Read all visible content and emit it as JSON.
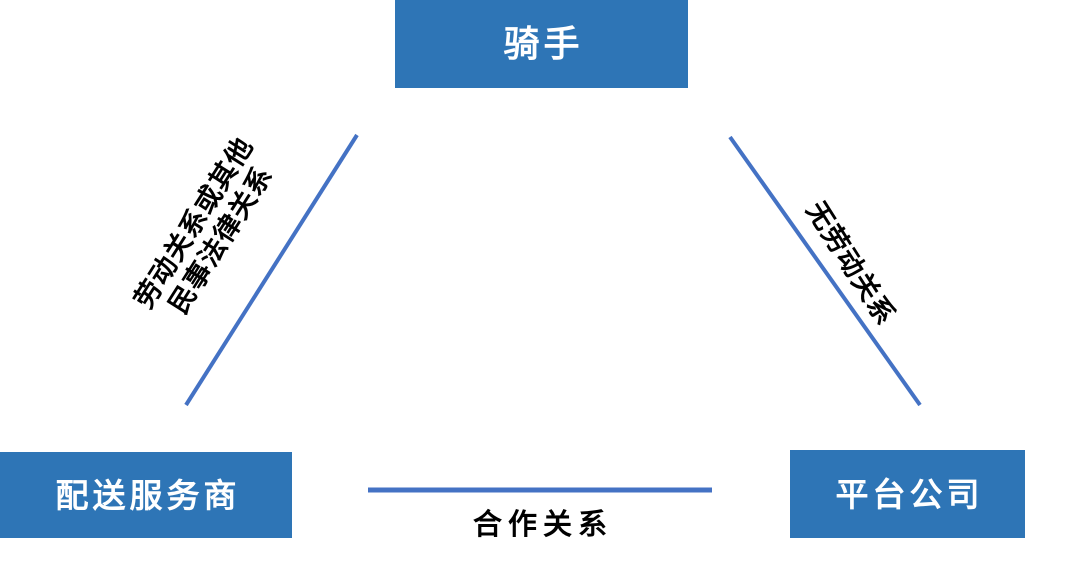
{
  "diagram": {
    "type": "triangular-relationship-diagram",
    "background_color": "#FFFFFF",
    "node_fill_color": "#2E75B6",
    "node_text_color": "#FFFFFF",
    "connector_color": "#4472C4",
    "label_text_color": "#000000",
    "nodes": [
      {
        "id": "rider",
        "label": "骑手",
        "position": "top-center"
      },
      {
        "id": "delivery_service_provider",
        "label": "配送服务商",
        "position": "bottom-left"
      },
      {
        "id": "platform_company",
        "label": "平台公司",
        "position": "bottom-right"
      }
    ],
    "edges": [
      {
        "id": "rider-delivery",
        "from": "rider",
        "to": "delivery_service_provider",
        "label_line1": "劳动关系或其他",
        "label_line2": "民事法律关系",
        "orientation": "diagonal-left"
      },
      {
        "id": "rider-platform",
        "from": "rider",
        "to": "platform_company",
        "label": "无劳动关系",
        "orientation": "diagonal-right"
      },
      {
        "id": "delivery-platform",
        "from": "delivery_service_provider",
        "to": "platform_company",
        "label": "合作关系",
        "orientation": "horizontal"
      }
    ]
  }
}
